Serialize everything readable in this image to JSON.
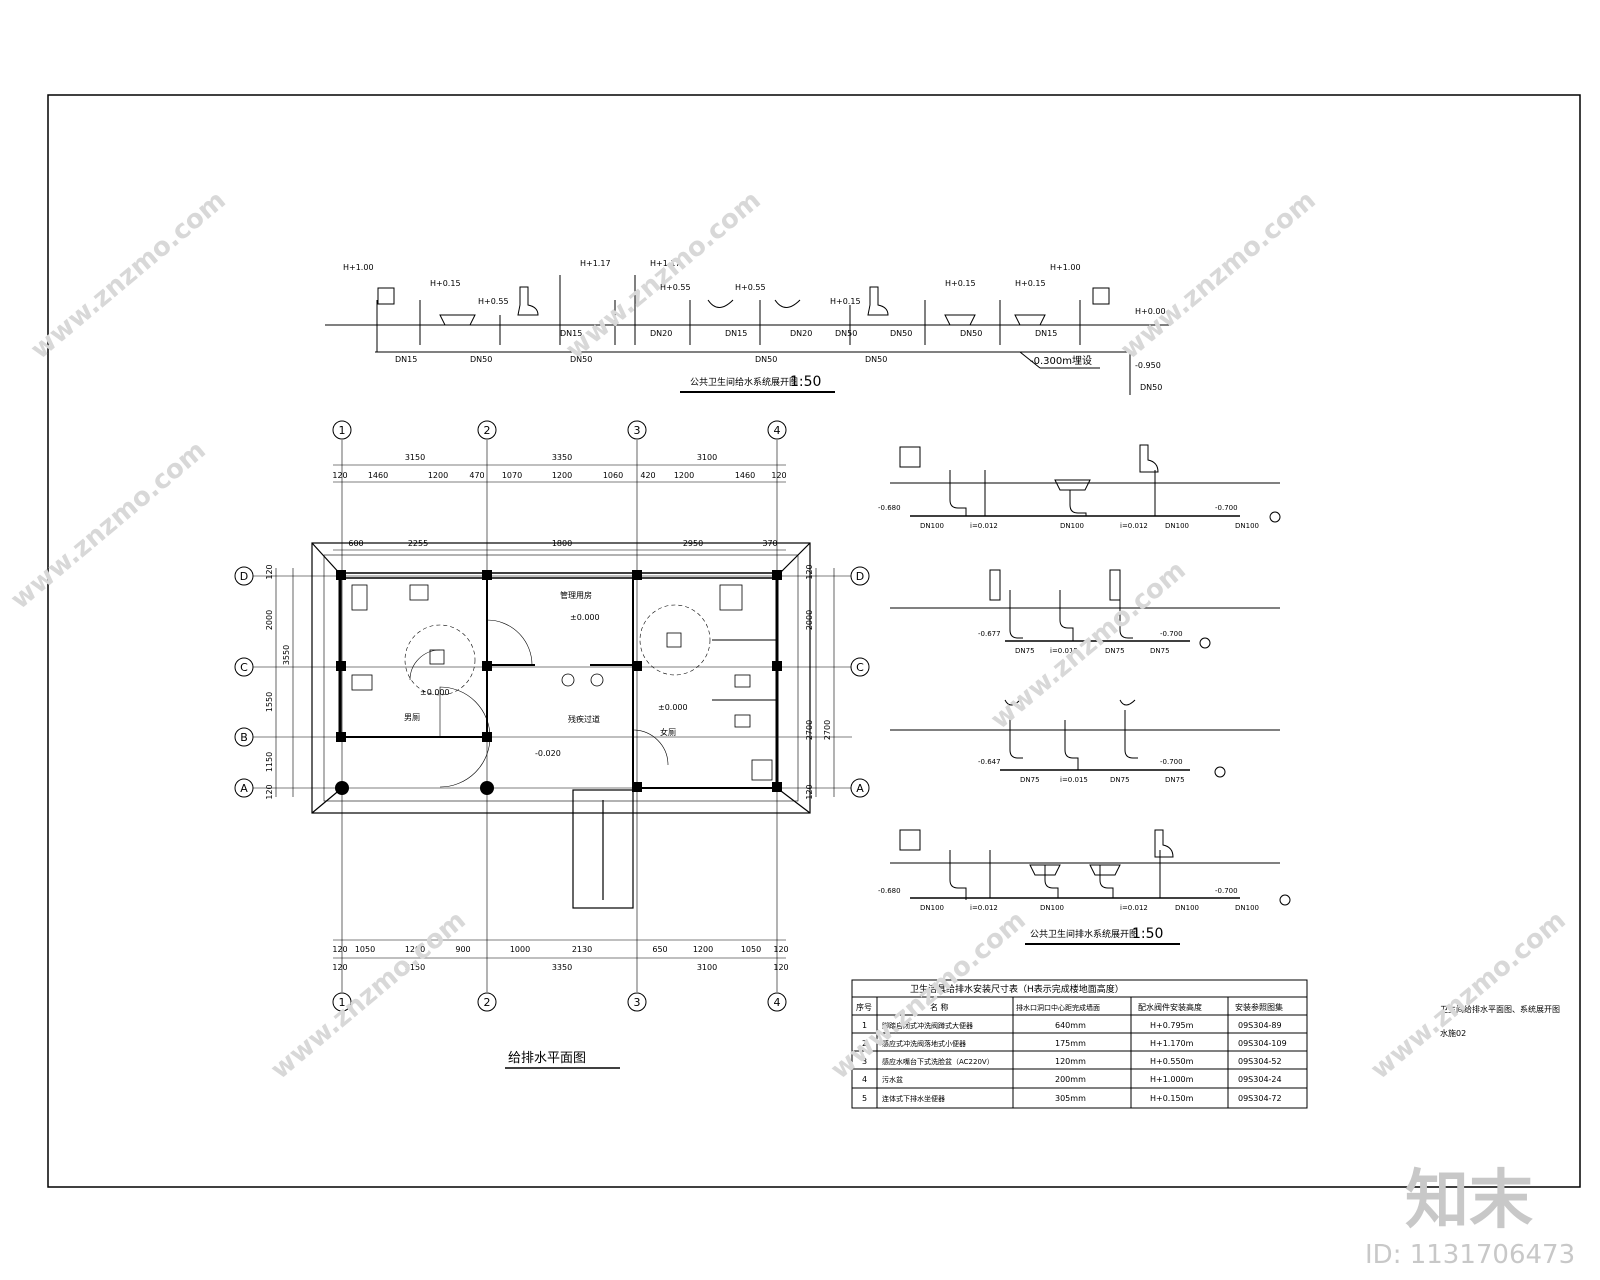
{
  "supply_diagram": {
    "title": "公共卫生间给水系统展开图",
    "scale": "1:50",
    "pipe_sizes": [
      "DN15",
      "DN50",
      "DN50",
      "DN50",
      "DN50",
      "DN15",
      "DN20",
      "DN15",
      "DN20",
      "DN50",
      "DN50",
      "DN50",
      "DN15"
    ],
    "elevations": [
      "H+1.00",
      "H+0.15",
      "H+0.55",
      "H+1.17",
      "H+1.17",
      "H+0.55",
      "H+0.55",
      "H+0.15",
      "H+0.15",
      "H+0.15",
      "H+1.00",
      "H+0.00"
    ],
    "note": "-0.300m埋设",
    "outlet_elev": "-0.950",
    "outlet_size": "DN50"
  },
  "floor_plan": {
    "title": "给排水平面图",
    "axes_vertical": [
      "1",
      "2",
      "3",
      "4"
    ],
    "axes_horizontal": [
      "D",
      "C",
      "B",
      "A"
    ],
    "top_dims_1": [
      "3150",
      "3350",
      "3100"
    ],
    "top_dims_2": [
      "120",
      "1460",
      "1200",
      "470",
      "1070",
      "1200",
      "1060",
      "420",
      "1200",
      "1460",
      "120"
    ],
    "top_dims_3": [
      "600",
      "2255",
      "1800",
      "2950",
      "370"
    ],
    "bottom_dims_1": [
      "120",
      "1050",
      "1200",
      "900",
      "1000",
      "2130",
      "650",
      "1200",
      "1050",
      "120"
    ],
    "bottom_dims_2": [
      "120",
      "3150",
      "3350",
      "3100",
      "120"
    ],
    "left_dims": [
      "120",
      "2000",
      "3550",
      "1550",
      "1150",
      "120"
    ],
    "right_dims": [
      "120",
      "2000",
      "2700",
      "2700",
      "120"
    ],
    "rooms": [
      "管理用房",
      "男厕",
      "女厕",
      "残疾过道"
    ],
    "levels": [
      "±0.000",
      "±0.000",
      "±0.000",
      "-0.020"
    ]
  },
  "drain_diagrams": {
    "title": "公共卫生间排水系统展开图",
    "scale": "1:50",
    "rows": [
      {
        "start": "-0.680",
        "end": "-0.700",
        "labels": [
          "DN100",
          "i=0.012",
          "DN100",
          "i=0.012",
          "DN100",
          "DN100"
        ]
      },
      {
        "start": "-0.677",
        "end": "-0.700",
        "labels": [
          "DN75",
          "i=0.015",
          "DN75",
          "DN75"
        ]
      },
      {
        "start": "-0.647",
        "end": "-0.700",
        "labels": [
          "DN75",
          "i=0.015",
          "DN75",
          "DN75"
        ]
      },
      {
        "start": "-0.680",
        "end": "-0.700",
        "labels": [
          "DN100",
          "i=0.012",
          "DN100",
          "i=0.012",
          "DN100",
          "DN100"
        ]
      }
    ]
  },
  "fixture_table": {
    "title": "卫生洁具给排水安装尺寸表（H表示完成楼地面高度）",
    "headers": [
      "序号",
      "名 称",
      "排水口洞口中心距完成墙面",
      "配水阀件安装高度",
      "安装参照图集"
    ],
    "rows": [
      [
        "1",
        "脚踏自闭式冲洗阀蹲式大便器",
        "640mm",
        "H+0.795m",
        "09S304-89"
      ],
      [
        "2",
        "感应式冲洗阀落地式小便器",
        "175mm",
        "H+1.170m",
        "09S304-109"
      ],
      [
        "3",
        "感应水嘴台下式洗脸盆（AC220V）",
        "120mm",
        "H+0.550m",
        "09S304-52"
      ],
      [
        "4",
        "污水盆",
        "200mm",
        "H+1.000m",
        "09S304-24"
      ],
      [
        "5",
        "连体式下排水坐便器",
        "305mm",
        "H+0.150m",
        "09S304-72"
      ]
    ]
  },
  "title_block": {
    "drawing_name": "卫生间给排水平面图、系统展开图",
    "drawing_no": "水施02"
  },
  "watermark": {
    "text": "www.znzmo.com",
    "brand": "知末",
    "id_text": "ID: 1131706473"
  }
}
